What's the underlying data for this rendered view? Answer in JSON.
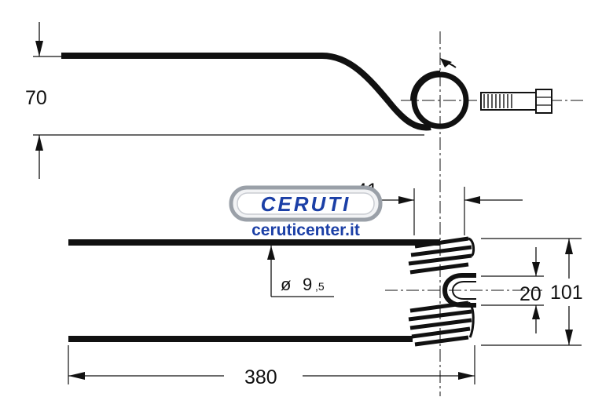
{
  "dimensions": {
    "height_70": "70",
    "length_380": "380",
    "coil_41": "41",
    "wire_9_5": "9",
    "wire_9_5_decimal": ",5",
    "hole_20": "20",
    "width_101": "101",
    "diameter_symbol": "ø"
  },
  "watermark": {
    "brand": "CERUTI",
    "url": "ceruticenter.it"
  },
  "colors": {
    "line": "#111111",
    "brand_blue": "#1b3fa6",
    "badge_border": "#9aa0a8"
  }
}
